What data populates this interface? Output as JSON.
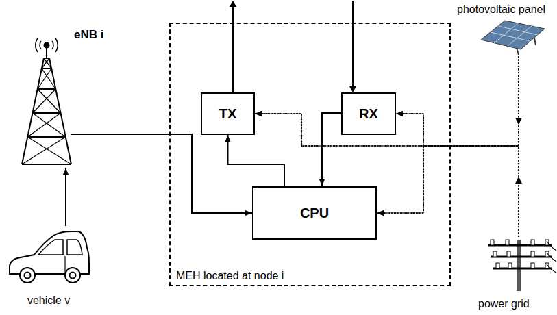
{
  "diagram": {
    "nodes": [
      {
        "text": [
          "eNB i"
        ]
      },
      {
        "text": [
          "MEH located at node i"
        ]
      },
      {
        "text": [
          "TX"
        ],
        "in": 1
      },
      {
        "text": [
          "RX"
        ],
        "in": 1
      },
      {
        "text": [
          "CPU"
        ],
        "in": 1
      },
      {
        "text": [
          "photovoltaic panel"
        ]
      },
      {
        "text": [
          "vehicle v"
        ]
      },
      {
        "text": [
          "power grid"
        ]
      }
    ],
    "edges": [
      {
        "from": 6,
        "to": 0,
        "arrow": "to"
      },
      {
        "from": 0,
        "to": 4,
        "arrow": "to"
      },
      {
        "from": 4,
        "to": 2,
        "arrow": "to"
      },
      {
        "from": 3,
        "to": 4,
        "arrow": "to"
      },
      {
        "from": 5,
        "to": 2,
        "arrow": "to"
      },
      {
        "from": 5,
        "to": 3,
        "arrow": "to"
      },
      {
        "from": 5,
        "to": 4,
        "arrow": "to"
      },
      {
        "from": 7,
        "to": 2,
        "arrow": "to"
      },
      {
        "from": 7,
        "to": 3,
        "arrow": "to"
      },
      {
        "from": 7,
        "to": 4,
        "arrow": "to"
      }
    ]
  }
}
